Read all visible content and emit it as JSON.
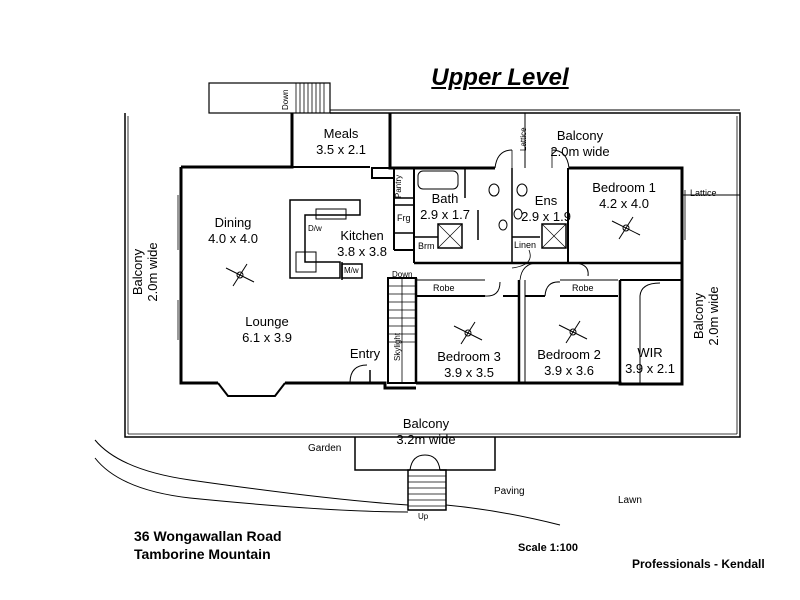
{
  "title": "Upper Level",
  "rooms": {
    "meals": {
      "name": "Meals",
      "size": "3.5 x 2.1"
    },
    "dining": {
      "name": "Dining",
      "size": "4.0 x 4.0"
    },
    "kitchen": {
      "name": "Kitchen",
      "size": "3.8 x 3.8"
    },
    "lounge": {
      "name": "Lounge",
      "size": "6.1 x 3.9"
    },
    "bath": {
      "name": "Bath",
      "size": "2.9 x 1.7"
    },
    "ens": {
      "name": "Ens",
      "size": "2.9 x 1.9"
    },
    "bedroom1": {
      "name": "Bedroom 1",
      "size": "4.2 x 4.0"
    },
    "bedroom2": {
      "name": "Bedroom 2",
      "size": "3.9 x 3.6"
    },
    "bedroom3": {
      "name": "Bedroom 3",
      "size": "3.9 x 3.5"
    },
    "wir": {
      "name": "WIR",
      "size": "3.9 x 2.1"
    },
    "entry": "Entry"
  },
  "balconies": {
    "top": {
      "name": "Balcony",
      "width": "2.0m wide"
    },
    "left": {
      "name": "Balcony",
      "width": "2.0m wide"
    },
    "right": {
      "name": "Balcony",
      "width": "2.0m wide"
    },
    "bottom": {
      "name": "Balcony",
      "width": "3.2m wide"
    }
  },
  "fixtures": {
    "pantry": "Pantry",
    "frg": "Frg",
    "brm": "Brm",
    "linen": "Linen",
    "dw": "D/w",
    "mw": "M/w",
    "skylight": "Skylight",
    "robe_b3": "Robe",
    "robe_b2": "Robe",
    "lattice_top": "Lattice",
    "lattice_right": "Lattice",
    "down_top": "Down",
    "down_inner": "Down",
    "up": "Up"
  },
  "exterior": {
    "garden": "Garden",
    "paving": "Paving",
    "lawn": "Lawn"
  },
  "address": {
    "line1": "36 Wongawallan Road",
    "line2": "Tamborine Mountain"
  },
  "scale": "Scale 1:100",
  "agent": "Professionals - Kendall"
}
